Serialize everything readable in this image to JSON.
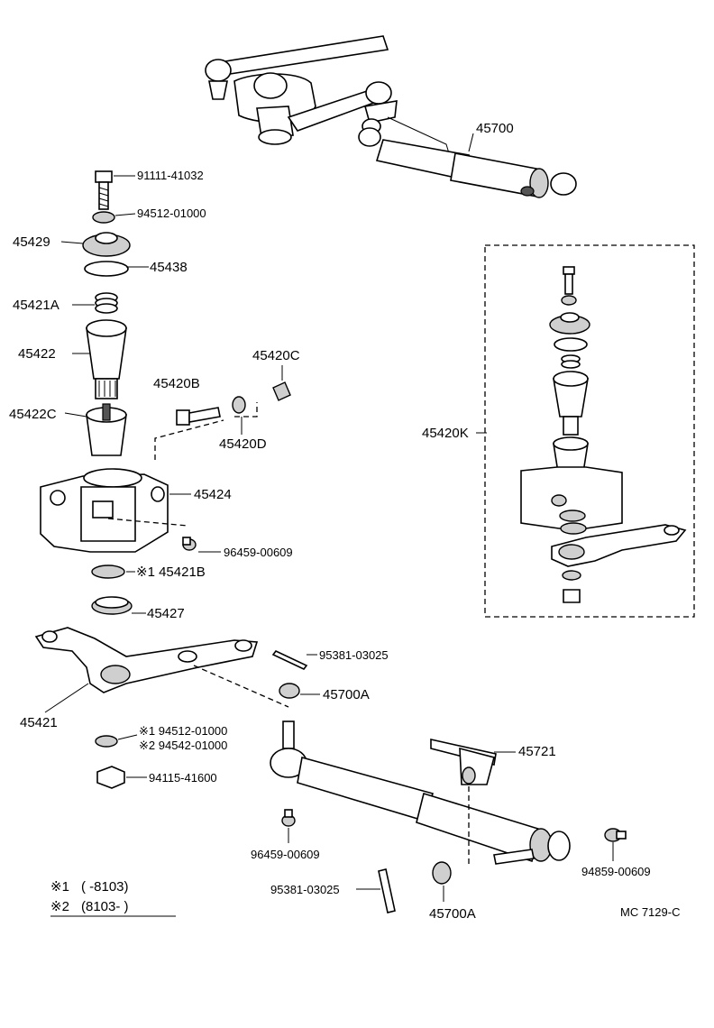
{
  "labels": {
    "p45700": "45700",
    "p91111": "91111-41032",
    "p94512a": "94512-01000",
    "p45429": "45429",
    "p45438": "45438",
    "p45421A": "45421A",
    "p45422": "45422",
    "p45420B": "45420B",
    "p45420C": "45420C",
    "p45422C": "45422C",
    "p45420D": "45420D",
    "p45424": "45424",
    "p96459a": "96459-00609",
    "p45421B": "※1 45421B",
    "p45427": "45427",
    "p45420K": "45420K",
    "p95381a": "95381-03025",
    "p45700A": "45700A",
    "p45421": "45421",
    "p94512b": "※1 94512-01000",
    "p94542": "※2 94542-01000",
    "p45721": "45721",
    "p94115": "94115-41600",
    "p96459b": "96459-00609",
    "p94859": "94859-00609",
    "p95381b": "95381-03025",
    "p45700A2": "45700A",
    "drawing_code": "MC 7129-C"
  },
  "notes": [
    {
      "mark": "※1",
      "range": "(        -8103)"
    },
    {
      "mark": "※2",
      "range": "(8103-        )"
    }
  ]
}
